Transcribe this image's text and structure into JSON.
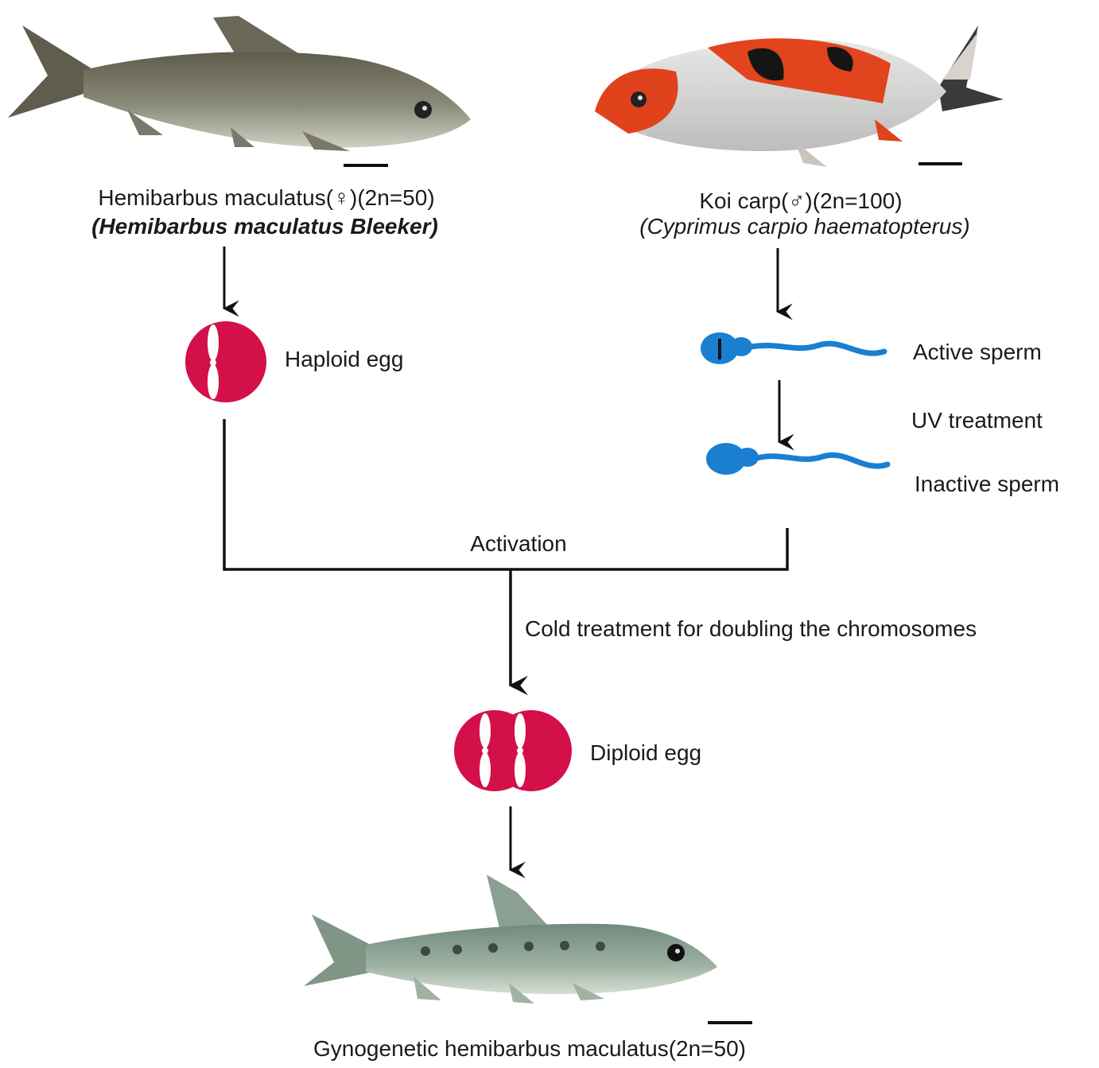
{
  "female": {
    "label": "Hemibarbus maculatus(♀)(2n=50)",
    "latin": "(Hemibarbus maculatus Bleeker)"
  },
  "male": {
    "label": "Koi carp(♂)(2n=100)",
    "latin": "(Cyprimus carpio haematopterus)"
  },
  "haploid_egg": "Haploid egg",
  "active_sperm": "Active sperm",
  "uv_treatment": "UV treatment",
  "inactive_sperm": "Inactive sperm",
  "activation": "Activation",
  "cold_treatment": "Cold treatment for doubling the chromosomes",
  "diploid_egg": "Diploid egg",
  "offspring": "Gynogenetic hemibarbus maculatus(2n=50)",
  "colors": {
    "egg": "#d4104a",
    "sperm": "#1a7fd1",
    "line": "#111111"
  }
}
